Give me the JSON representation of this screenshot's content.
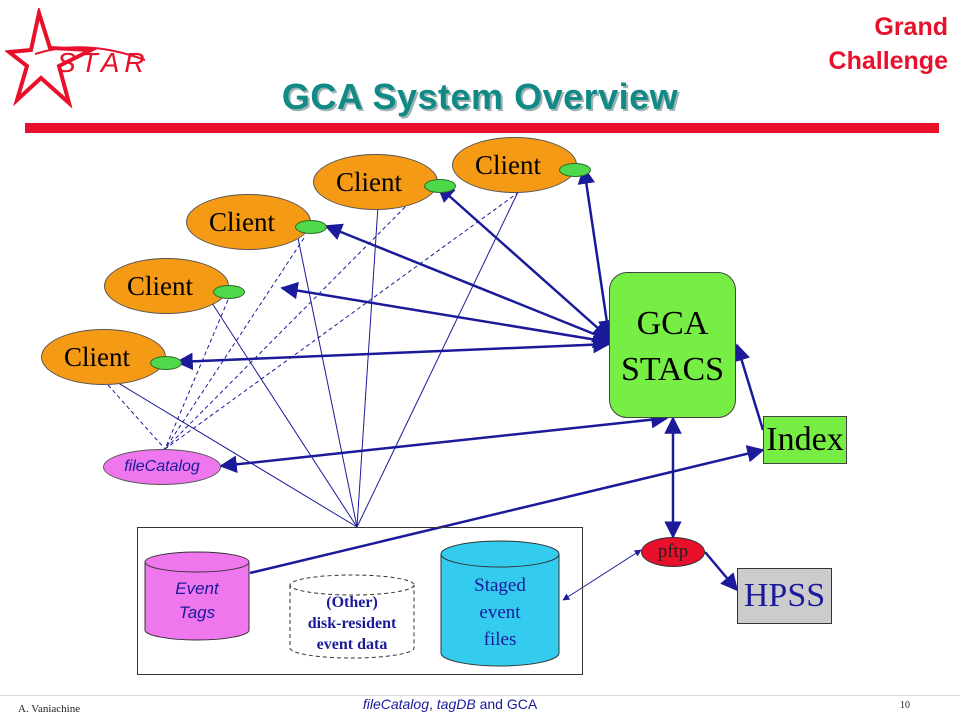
{
  "header": {
    "grand_challenge": [
      "Grand",
      "Challenge"
    ],
    "title": "GCA System Overview",
    "logo_text": "STAR"
  },
  "clients": [
    {
      "label": "Client"
    },
    {
      "label": "Client"
    },
    {
      "label": "Client"
    },
    {
      "label": "Client"
    },
    {
      "label": "Client"
    }
  ],
  "gca": {
    "lines": [
      "GCA",
      "STACS"
    ]
  },
  "index": {
    "label": "Index"
  },
  "file_catalog": {
    "label": "fileCatalog"
  },
  "storage": {
    "event_tags": [
      "Event",
      "Tags"
    ],
    "other": [
      "(Other)",
      "disk-resident",
      "event data"
    ],
    "staged": [
      "Staged",
      "event",
      "files"
    ]
  },
  "pftp": {
    "label": "pftp"
  },
  "hpss": {
    "label": "HPSS"
  },
  "footer": {
    "author": "A. Vaniachine",
    "center_parts": [
      "fileCatalog",
      ", ",
      "tagDB",
      " and  GCA"
    ],
    "page_number": "10"
  },
  "colors": {
    "accent_red": "#e8102a",
    "title_teal": "#118a86",
    "client_orange": "#f59a14",
    "stacs_green": "#77ee44",
    "line_blue": "#1a1a9a"
  }
}
